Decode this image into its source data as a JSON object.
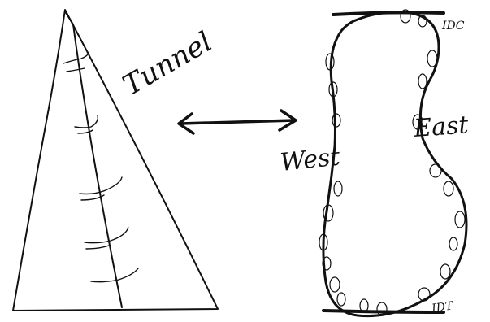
{
  "labels": {
    "tunnel": "Tunnel",
    "west": "West",
    "east": "East",
    "idc": "IDC",
    "idt": "IDT"
  },
  "colors": {
    "ink": "#111111",
    "background": "#ffffff"
  },
  "icons": {
    "arrow": "double-headed-arrow"
  }
}
